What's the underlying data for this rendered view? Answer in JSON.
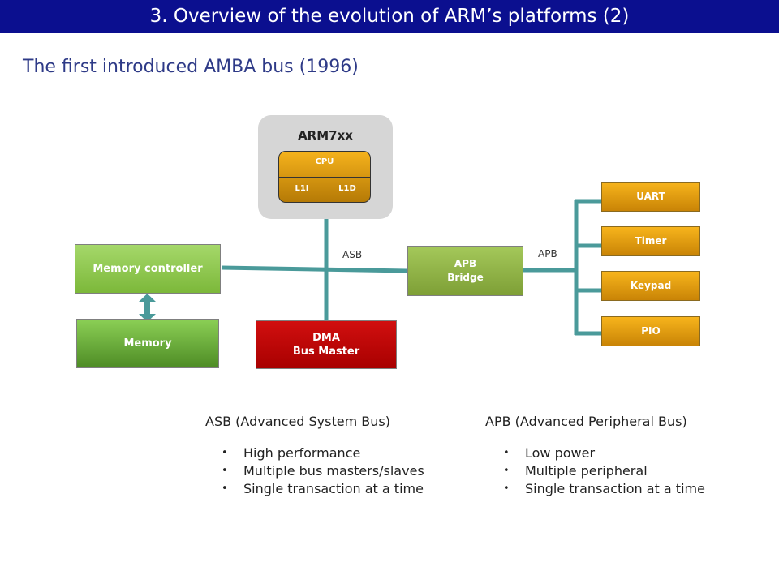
{
  "header": {
    "title": "3. Overview of the evolution of ARM’s platforms (2)"
  },
  "subtitle": "The first introduced AMBA bus (1996)",
  "diagram": {
    "arm_label": "ARM7xx",
    "cpu_label": "CPU",
    "cache_left": "L1I",
    "cache_right": "L1D",
    "memory_controller": "Memory controller",
    "memory": "Memory",
    "dma_line1": "DMA",
    "dma_line2": "Bus Master",
    "apb_bridge_line1": "APB",
    "apb_bridge_line2": "Bridge",
    "asb_label": "ASB",
    "apb_label": "APB",
    "peripherals": [
      "UART",
      "Timer",
      "Keypad",
      "PIO"
    ],
    "colors": {
      "header": "#0b0f8f",
      "bus": "#4a9a9a",
      "peripheral": "#f0a818",
      "dma": "#c40808",
      "memory": "#7cb83a"
    }
  },
  "asb_column": {
    "heading": "ASB (Advanced System Bus)",
    "bullets": [
      "High performance",
      "Multiple bus masters/slaves",
      "Single transaction at a time"
    ]
  },
  "apb_column": {
    "heading": "APB (Advanced Peripheral Bus)",
    "bullets": [
      "Low power",
      "Multiple peripheral",
      "Single transaction at a time"
    ]
  }
}
